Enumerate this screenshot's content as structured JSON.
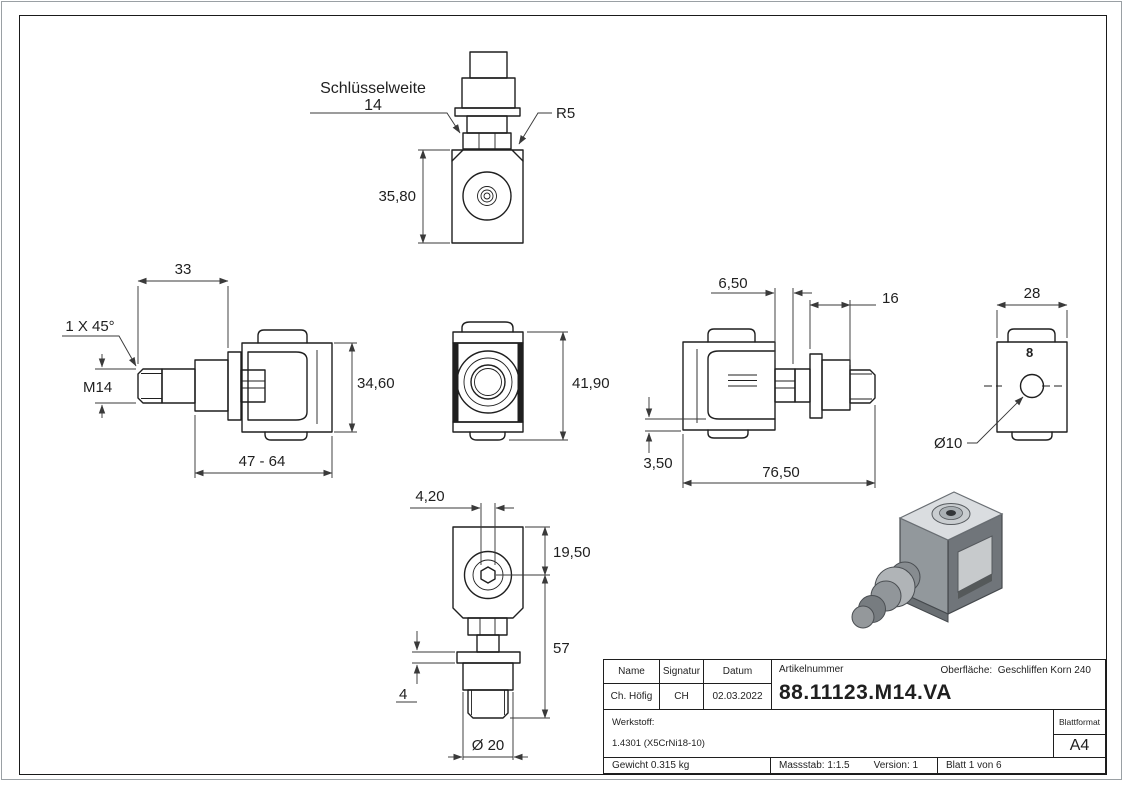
{
  "sheet": {
    "background": "#ffffff",
    "frame_color": "#1a1a1a",
    "edge_color": "#1f1f1f",
    "dimension_color": "#3a3a3a",
    "iso_top_color": "#dadde0",
    "iso_side_color": "#70757a",
    "iso_front_color": "#92989c"
  },
  "views": {
    "top": {
      "wrench_label_line1": "Schlüsselweite",
      "wrench_label_line2": "14",
      "radius": "R5",
      "height": "35,80"
    },
    "side_left": {
      "stud_length": "33",
      "chamfer": "1 X 45°",
      "thread": "M14",
      "height": "34,60",
      "adjust_range": "47 - 64"
    },
    "front": {
      "height": "41,90"
    },
    "side_right": {
      "gap": "6,50",
      "thread_length": "16",
      "offset": "3,50",
      "total_length": "76,50"
    },
    "back": {
      "width": "28",
      "hole": "Ø10",
      "engraving_mark": "8"
    },
    "bottom": {
      "socket_width": "4,20",
      "center_offset": "19,50",
      "length": "57",
      "flange_thickness": "4",
      "diameter": "Ø 20"
    }
  },
  "title_block": {
    "name_label": "Name",
    "signature_label": "Signatur",
    "date_label": "Datum",
    "article_label": "Artikelnummer",
    "article_number": "88.11123.M14.VA",
    "surface_label": "Oberfläche:",
    "surface_value": "Geschliffen Korn 240",
    "name_value": "Ch. Höfig",
    "signature_value": "CH",
    "date_value": "02.03.2022",
    "material_label": "Werkstoff:",
    "material_value": "1.4301 (X5CrNi18-10)",
    "format_label": "Blattformat",
    "format_value": "A4",
    "weight": "Gewicht 0.315 kg",
    "scale": "Massstab: 1:1.5",
    "version": "Version: 1",
    "sheet_info": "Blatt 1 von 6"
  }
}
